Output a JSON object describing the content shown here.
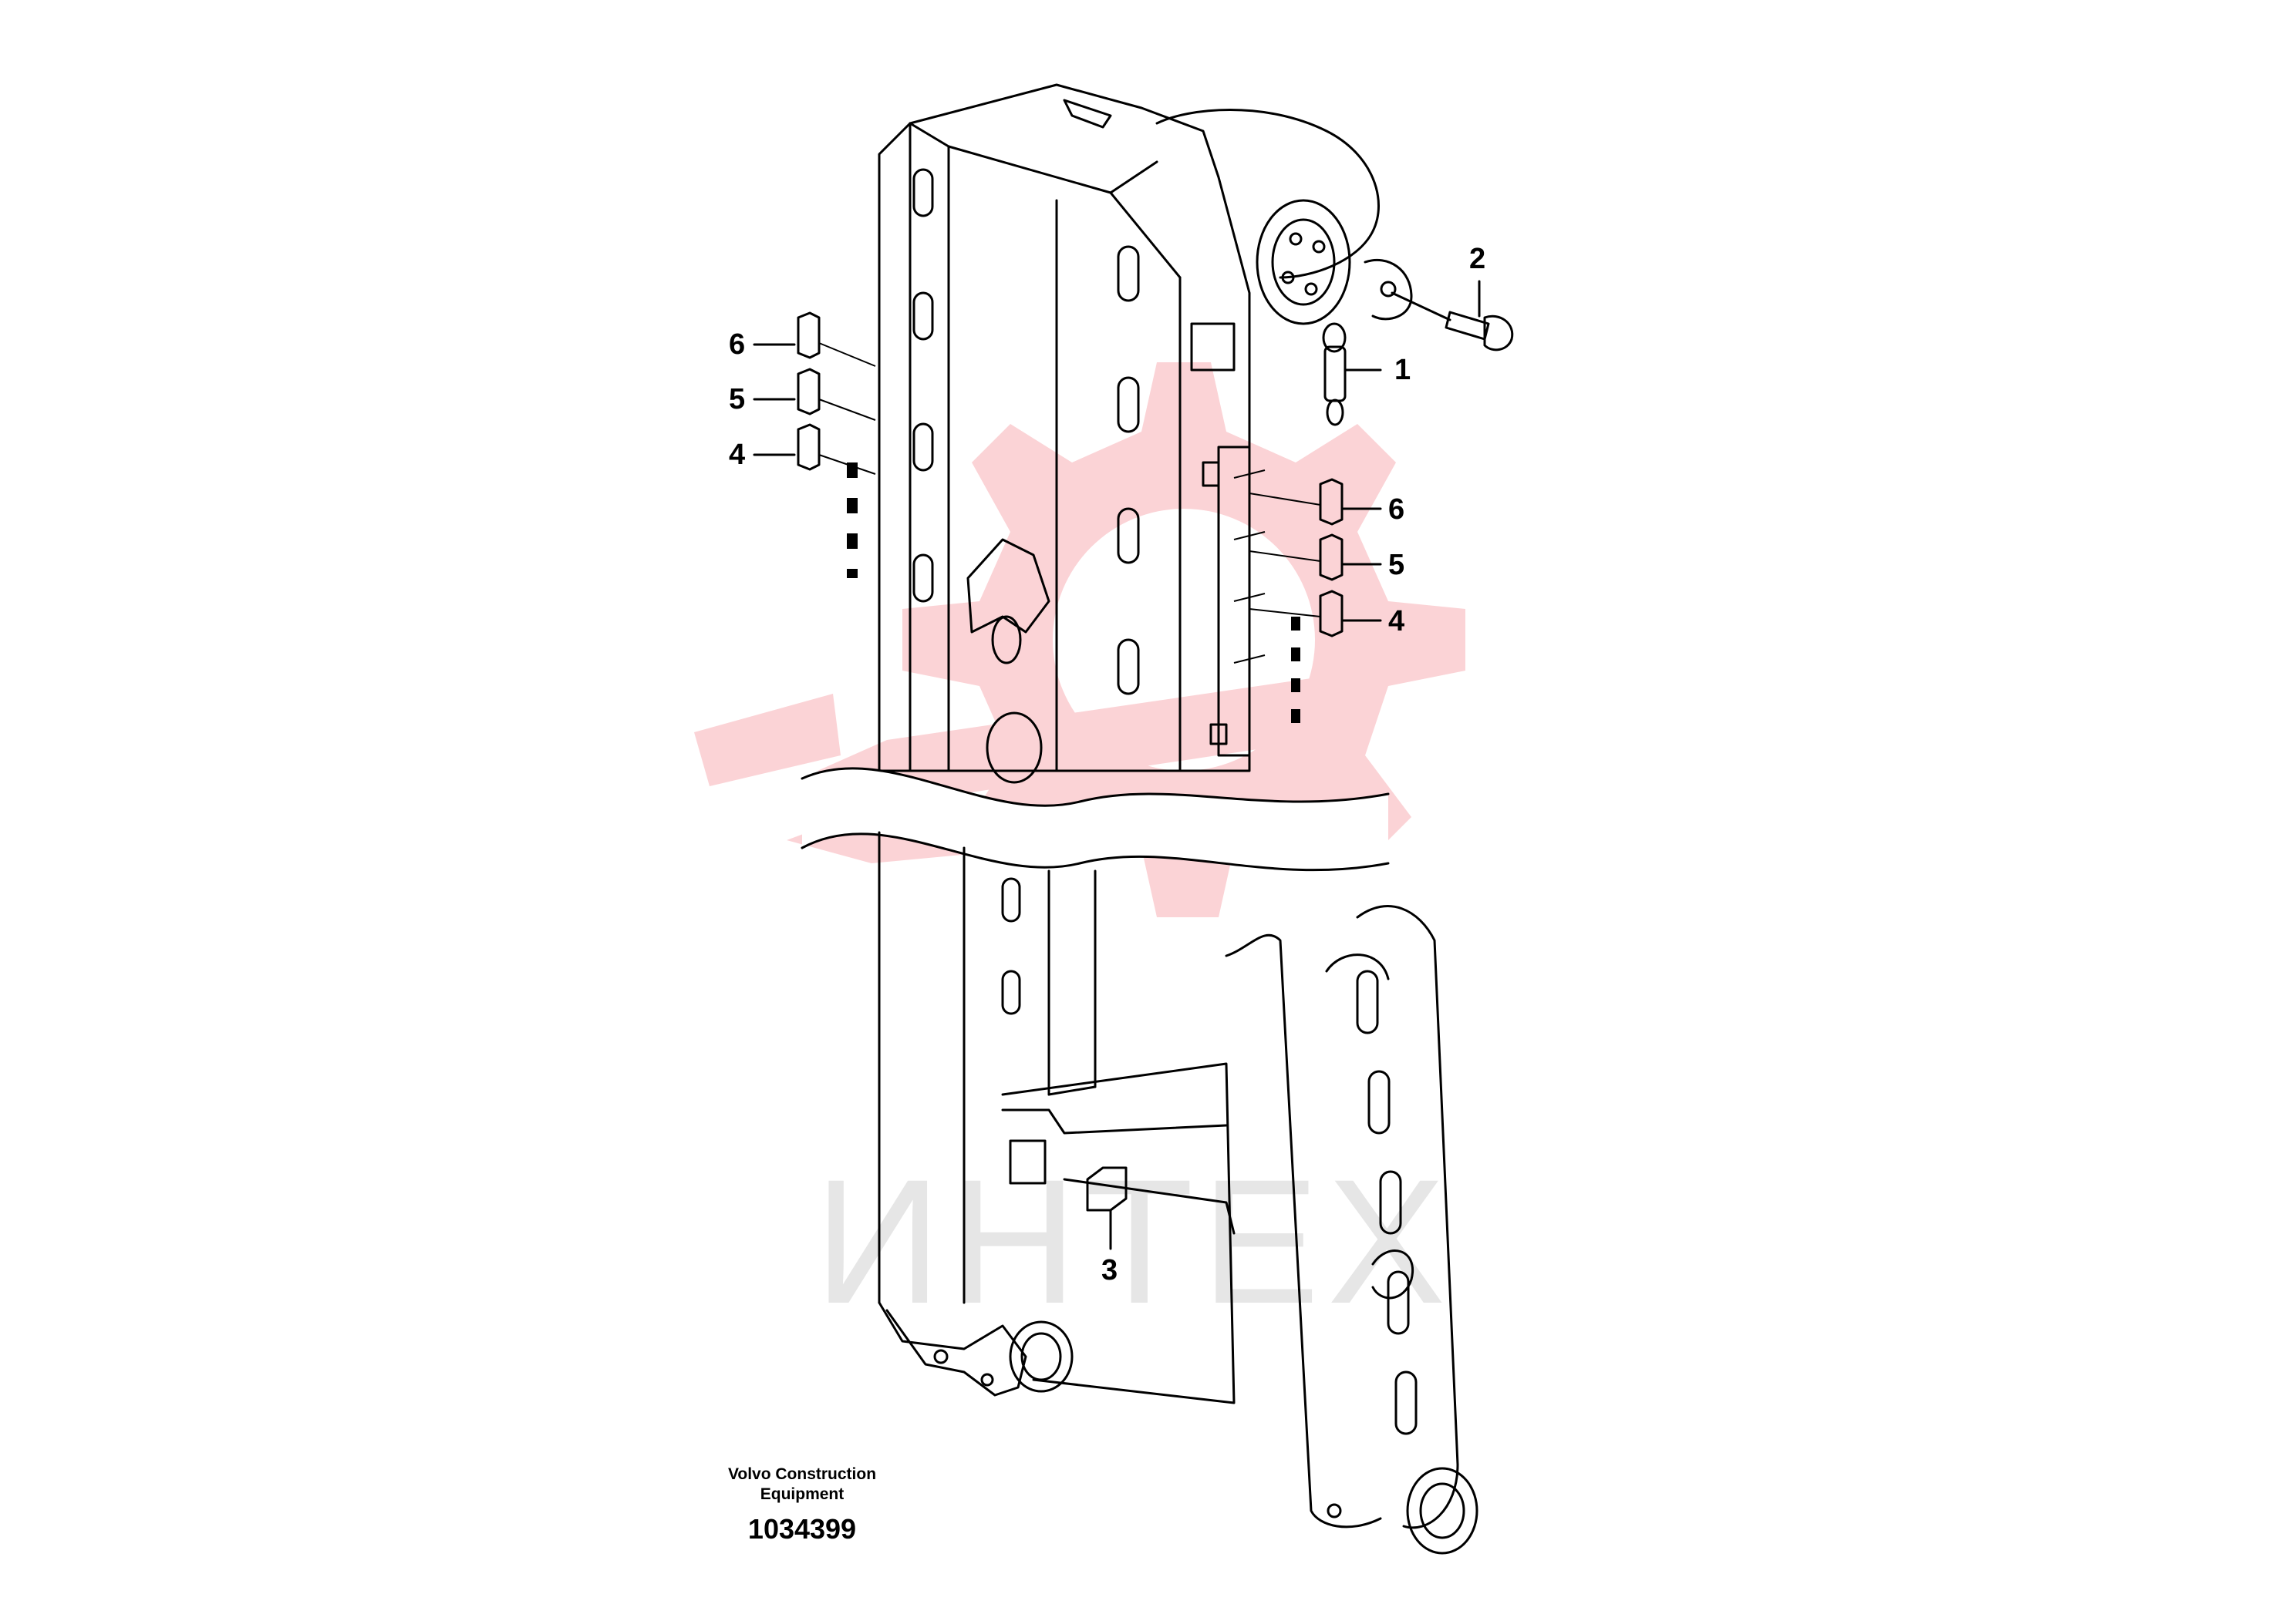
{
  "diagram": {
    "callouts": [
      {
        "id": "1",
        "label": "1"
      },
      {
        "id": "2",
        "label": "2"
      },
      {
        "id": "3",
        "label": "3"
      },
      {
        "id": "4-left",
        "label": "4"
      },
      {
        "id": "5-left",
        "label": "5"
      },
      {
        "id": "6-left",
        "label": "6"
      },
      {
        "id": "4-right",
        "label": "4"
      },
      {
        "id": "5-right",
        "label": "5"
      },
      {
        "id": "6-right",
        "label": "6"
      }
    ],
    "watermark_text": "ИНТЕХ"
  },
  "footer": {
    "brand_line1": "Volvo Construction",
    "brand_line2": "Equipment",
    "drawing_number": "1034399"
  },
  "colors": {
    "watermark": "#fbd3d6",
    "linework": "#000000"
  }
}
